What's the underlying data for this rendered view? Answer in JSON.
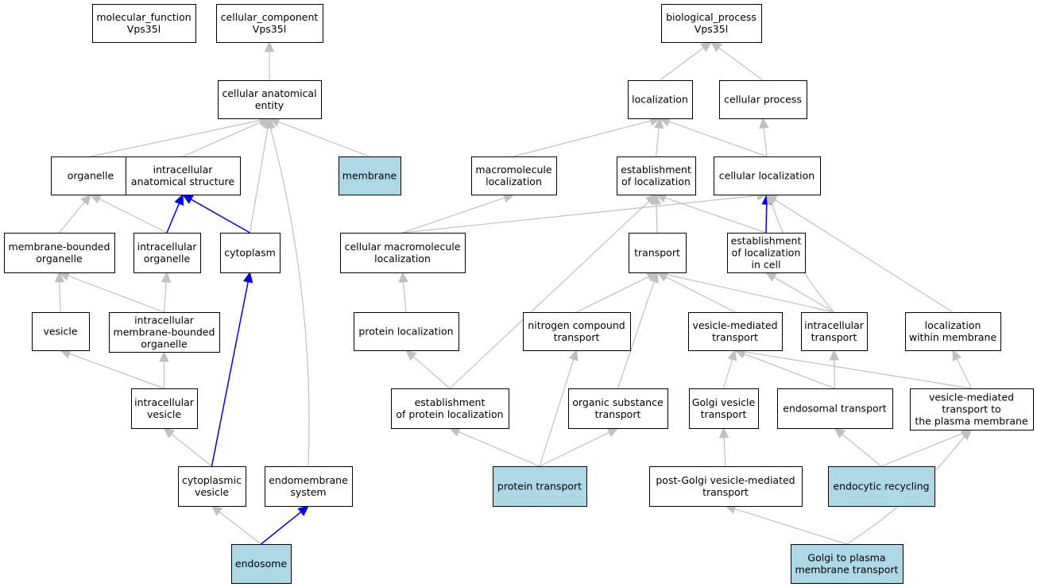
{
  "colors": {
    "background": "#ffffff",
    "node_default_fill": "#ffffff",
    "node_highlight_fill": "#add8e6",
    "node_border": "#000000",
    "edge_gray": "#c0c0c0",
    "edge_blue": "#0000ff"
  },
  "nodes": [
    {
      "id": "molecular_function",
      "lines": [
        "molecular_function",
        "Vps35l"
      ],
      "highlight": false
    },
    {
      "id": "cellular_component",
      "lines": [
        "cellular_component",
        "Vps35l"
      ],
      "highlight": false
    },
    {
      "id": "biological_process",
      "lines": [
        "biological_process",
        "Vps35l"
      ],
      "highlight": false
    },
    {
      "id": "cellular_anatomical_entity",
      "lines": [
        "cellular anatomical",
        "entity"
      ],
      "highlight": false
    },
    {
      "id": "organelle",
      "lines": [
        "organelle"
      ],
      "highlight": false
    },
    {
      "id": "intracellular_anatomical_structure",
      "lines": [
        "intracellular",
        "anatomical structure"
      ],
      "highlight": false
    },
    {
      "id": "membrane",
      "lines": [
        "membrane"
      ],
      "highlight": true
    },
    {
      "id": "membrane_bounded_organelle",
      "lines": [
        "membrane-bounded",
        "organelle"
      ],
      "highlight": false
    },
    {
      "id": "intracellular_organelle",
      "lines": [
        "intracellular",
        "organelle"
      ],
      "highlight": false
    },
    {
      "id": "cytoplasm",
      "lines": [
        "cytoplasm"
      ],
      "highlight": false
    },
    {
      "id": "vesicle",
      "lines": [
        "vesicle"
      ],
      "highlight": false
    },
    {
      "id": "intracellular_membrane_bounded_organelle",
      "lines": [
        "intracellular",
        "membrane-bounded",
        "organelle"
      ],
      "highlight": false
    },
    {
      "id": "intracellular_vesicle",
      "lines": [
        "intracellular",
        "vesicle"
      ],
      "highlight": false
    },
    {
      "id": "cytoplasmic_vesicle",
      "lines": [
        "cytoplasmic",
        "vesicle"
      ],
      "highlight": false
    },
    {
      "id": "endomembrane_system",
      "lines": [
        "endomembrane",
        "system"
      ],
      "highlight": false
    },
    {
      "id": "endosome",
      "lines": [
        "endosome"
      ],
      "highlight": true
    },
    {
      "id": "localization",
      "lines": [
        "localization"
      ],
      "highlight": false
    },
    {
      "id": "cellular_process",
      "lines": [
        "cellular process"
      ],
      "highlight": false
    },
    {
      "id": "macromolecule_localization",
      "lines": [
        "macromolecule",
        "localization"
      ],
      "highlight": false
    },
    {
      "id": "establishment_of_localization",
      "lines": [
        "establishment",
        "of localization"
      ],
      "highlight": false
    },
    {
      "id": "cellular_localization",
      "lines": [
        "cellular localization"
      ],
      "highlight": false
    },
    {
      "id": "cellular_macromolecule_localization",
      "lines": [
        "cellular macromolecule",
        "localization"
      ],
      "highlight": false
    },
    {
      "id": "transport",
      "lines": [
        "transport"
      ],
      "highlight": false
    },
    {
      "id": "establishment_of_localization_in_cell",
      "lines": [
        "establishment",
        "of localization",
        "in cell"
      ],
      "highlight": false
    },
    {
      "id": "protein_localization",
      "lines": [
        "protein localization"
      ],
      "highlight": false
    },
    {
      "id": "nitrogen_compound_transport",
      "lines": [
        "nitrogen compound",
        "transport"
      ],
      "highlight": false
    },
    {
      "id": "vesicle_mediated_transport",
      "lines": [
        "vesicle-mediated",
        "transport"
      ],
      "highlight": false
    },
    {
      "id": "intracellular_transport",
      "lines": [
        "intracellular",
        "transport"
      ],
      "highlight": false
    },
    {
      "id": "localization_within_membrane",
      "lines": [
        "localization",
        "within membrane"
      ],
      "highlight": false
    },
    {
      "id": "establishment_of_protein_localization",
      "lines": [
        "establishment",
        "of protein localization"
      ],
      "highlight": false
    },
    {
      "id": "organic_substance_transport",
      "lines": [
        "organic substance",
        "transport"
      ],
      "highlight": false
    },
    {
      "id": "golgi_vesicle_transport",
      "lines": [
        "Golgi vesicle",
        "transport"
      ],
      "highlight": false
    },
    {
      "id": "endosomal_transport",
      "lines": [
        "endosomal transport"
      ],
      "highlight": false
    },
    {
      "id": "vesicle_mediated_transport_to_plasma_membrane",
      "lines": [
        "vesicle-mediated",
        "transport to",
        "the plasma membrane"
      ],
      "highlight": false
    },
    {
      "id": "protein_transport",
      "lines": [
        "protein transport"
      ],
      "highlight": true
    },
    {
      "id": "post_golgi_vesicle_mediated_transport",
      "lines": [
        "post-Golgi vesicle-mediated",
        "transport"
      ],
      "highlight": false
    },
    {
      "id": "endocytic_recycling",
      "lines": [
        "endocytic recycling"
      ],
      "highlight": true
    },
    {
      "id": "golgi_to_plasma_membrane_transport",
      "lines": [
        "Golgi to plasma",
        "membrane transport"
      ],
      "highlight": true
    }
  ],
  "edges": [
    {
      "from": "cellular_anatomical_entity",
      "to": "cellular_component",
      "color": "gray"
    },
    {
      "from": "organelle",
      "to": "cellular_anatomical_entity",
      "color": "gray"
    },
    {
      "from": "intracellular_anatomical_structure",
      "to": "cellular_anatomical_entity",
      "color": "gray"
    },
    {
      "from": "membrane",
      "to": "cellular_anatomical_entity",
      "color": "gray"
    },
    {
      "from": "cytoplasm",
      "to": "cellular_anatomical_entity",
      "color": "gray"
    },
    {
      "from": "endomembrane_system",
      "to": "cellular_anatomical_entity",
      "color": "gray"
    },
    {
      "from": "membrane_bounded_organelle",
      "to": "organelle",
      "color": "gray"
    },
    {
      "from": "intracellular_organelle",
      "to": "organelle",
      "color": "gray"
    },
    {
      "from": "intracellular_organelle",
      "to": "intracellular_anatomical_structure",
      "color": "blue"
    },
    {
      "from": "cytoplasm",
      "to": "intracellular_anatomical_structure",
      "color": "blue"
    },
    {
      "from": "vesicle",
      "to": "membrane_bounded_organelle",
      "color": "gray"
    },
    {
      "from": "intracellular_membrane_bounded_organelle",
      "to": "membrane_bounded_organelle",
      "color": "gray"
    },
    {
      "from": "intracellular_membrane_bounded_organelle",
      "to": "intracellular_organelle",
      "color": "gray"
    },
    {
      "from": "intracellular_vesicle",
      "to": "vesicle",
      "color": "gray"
    },
    {
      "from": "intracellular_vesicle",
      "to": "intracellular_membrane_bounded_organelle",
      "color": "gray"
    },
    {
      "from": "cytoplasmic_vesicle",
      "to": "intracellular_vesicle",
      "color": "gray"
    },
    {
      "from": "cytoplasmic_vesicle",
      "to": "cytoplasm",
      "color": "blue"
    },
    {
      "from": "endosome",
      "to": "cytoplasmic_vesicle",
      "color": "gray"
    },
    {
      "from": "endosome",
      "to": "endomembrane_system",
      "color": "blue"
    },
    {
      "from": "localization",
      "to": "biological_process",
      "color": "gray"
    },
    {
      "from": "cellular_process",
      "to": "biological_process",
      "color": "gray"
    },
    {
      "from": "macromolecule_localization",
      "to": "localization",
      "color": "gray"
    },
    {
      "from": "establishment_of_localization",
      "to": "localization",
      "color": "gray"
    },
    {
      "from": "cellular_localization",
      "to": "localization",
      "color": "gray"
    },
    {
      "from": "cellular_localization",
      "to": "cellular_process",
      "color": "gray"
    },
    {
      "from": "cellular_macromolecule_localization",
      "to": "macromolecule_localization",
      "color": "gray"
    },
    {
      "from": "cellular_macromolecule_localization",
      "to": "cellular_localization",
      "color": "gray"
    },
    {
      "from": "transport",
      "to": "establishment_of_localization",
      "color": "gray"
    },
    {
      "from": "establishment_of_localization_in_cell",
      "to": "establishment_of_localization",
      "color": "gray"
    },
    {
      "from": "establishment_of_localization_in_cell",
      "to": "cellular_localization",
      "color": "blue"
    },
    {
      "from": "protein_localization",
      "to": "cellular_macromolecule_localization",
      "color": "gray"
    },
    {
      "from": "nitrogen_compound_transport",
      "to": "transport",
      "color": "gray"
    },
    {
      "from": "vesicle_mediated_transport",
      "to": "transport",
      "color": "gray"
    },
    {
      "from": "intracellular_transport",
      "to": "transport",
      "color": "gray"
    },
    {
      "from": "intracellular_transport",
      "to": "establishment_of_localization_in_cell",
      "color": "gray"
    },
    {
      "from": "intracellular_transport",
      "to": "cellular_localization",
      "color": "gray"
    },
    {
      "from": "localization_within_membrane",
      "to": "cellular_localization",
      "color": "gray"
    },
    {
      "from": "establishment_of_protein_localization",
      "to": "protein_localization",
      "color": "gray"
    },
    {
      "from": "establishment_of_protein_localization",
      "to": "establishment_of_localization",
      "color": "gray"
    },
    {
      "from": "organic_substance_transport",
      "to": "transport",
      "color": "gray"
    },
    {
      "from": "golgi_vesicle_transport",
      "to": "vesicle_mediated_transport",
      "color": "gray"
    },
    {
      "from": "endosomal_transport",
      "to": "vesicle_mediated_transport",
      "color": "gray"
    },
    {
      "from": "endosomal_transport",
      "to": "intracellular_transport",
      "color": "gray"
    },
    {
      "from": "vesicle_mediated_transport_to_plasma_membrane",
      "to": "vesicle_mediated_transport",
      "color": "gray"
    },
    {
      "from": "vesicle_mediated_transport_to_plasma_membrane",
      "to": "localization_within_membrane",
      "color": "gray"
    },
    {
      "from": "protein_transport",
      "to": "establishment_of_protein_localization",
      "color": "gray"
    },
    {
      "from": "protein_transport",
      "to": "nitrogen_compound_transport",
      "color": "gray"
    },
    {
      "from": "protein_transport",
      "to": "organic_substance_transport",
      "color": "gray"
    },
    {
      "from": "post_golgi_vesicle_mediated_transport",
      "to": "golgi_vesicle_transport",
      "color": "gray"
    },
    {
      "from": "endocytic_recycling",
      "to": "endosomal_transport",
      "color": "gray"
    },
    {
      "from": "endocytic_recycling",
      "to": "vesicle_mediated_transport_to_plasma_membrane",
      "color": "gray"
    },
    {
      "from": "golgi_to_plasma_membrane_transport",
      "to": "post_golgi_vesicle_mediated_transport",
      "color": "gray"
    },
    {
      "from": "golgi_to_plasma_membrane_transport",
      "to": "vesicle_mediated_transport_to_plasma_membrane",
      "color": "gray"
    }
  ]
}
